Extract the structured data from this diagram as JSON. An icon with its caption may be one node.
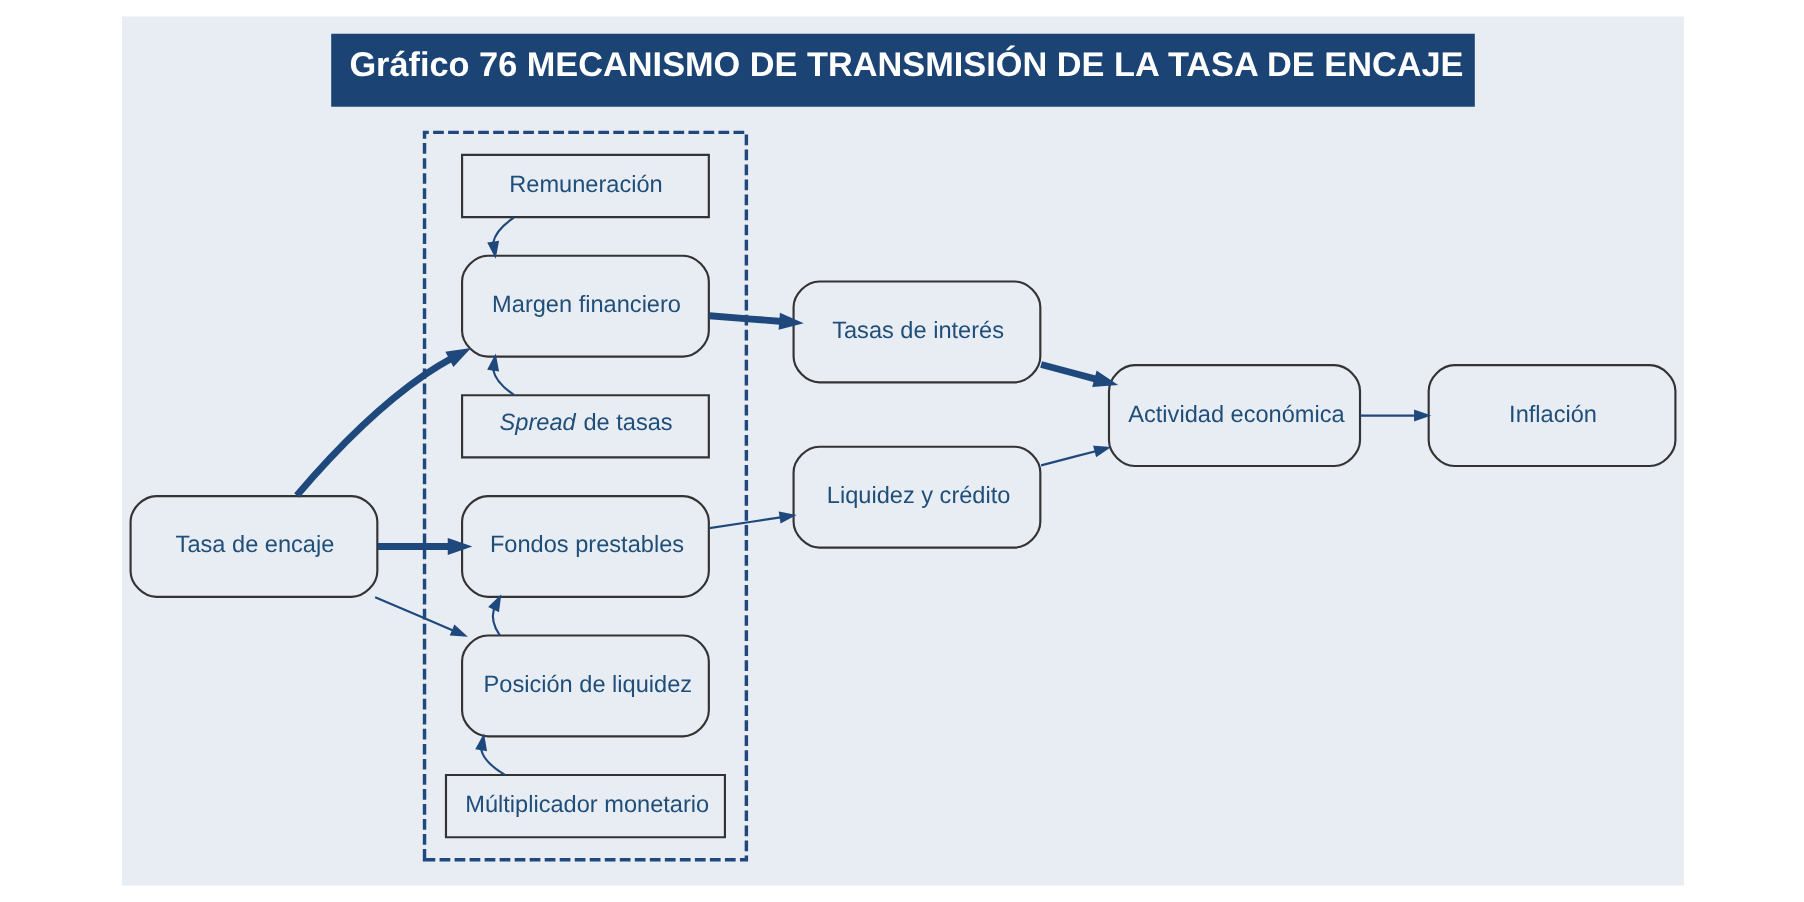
{
  "diagram": {
    "title": "Gráfico 76 MECANISMO DE TRANSMISIÓN DE LA TASA DE ENCAJE",
    "nodes": [
      {
        "text": [
          "Tasa de encaje"
        ]
      },
      {
        "text": [],
        "shape": "box"
      },
      {
        "text": [
          "Remuneración"
        ],
        "in": 1
      },
      {
        "text": [
          "Margen financiero"
        ],
        "in": 1
      },
      {
        "text": [
          "*Spread* de tasas"
        ],
        "in": 1
      },
      {
        "text": [
          "Fondos prestables"
        ],
        "in": 1
      },
      {
        "text": [
          "Posición de liquidez"
        ],
        "in": 1
      },
      {
        "text": [
          "Múltiplicador monetario"
        ],
        "in": 1
      },
      {
        "text": [
          "Tasas de interés"
        ]
      },
      {
        "text": [
          "Liquidez y crédito"
        ]
      },
      {
        "text": [
          "Actividad económica"
        ]
      },
      {
        "text": [
          "Inflación"
        ]
      }
    ],
    "edges": [
      {
        "from": 0,
        "to": 3,
        "arrow": "to",
        "style": "thick"
      },
      {
        "from": 0,
        "to": 5,
        "arrow": "to",
        "style": "thick"
      },
      {
        "from": 0,
        "to": 6,
        "arrow": "to"
      },
      {
        "from": 2,
        "to": 3,
        "arrow": "to"
      },
      {
        "from": 4,
        "to": 3,
        "arrow": "to"
      },
      {
        "from": 6,
        "to": 5,
        "arrow": "to"
      },
      {
        "from": 7,
        "to": 6,
        "arrow": "to"
      },
      {
        "from": 3,
        "to": 8,
        "arrow": "to",
        "style": "thick"
      },
      {
        "from": 5,
        "to": 9,
        "arrow": "to"
      },
      {
        "from": 8,
        "to": 10,
        "arrow": "to",
        "style": "thick"
      },
      {
        "from": 9,
        "to": 10,
        "arrow": "to"
      },
      {
        "from": 10,
        "to": 11,
        "arrow": "to"
      }
    ]
  }
}
